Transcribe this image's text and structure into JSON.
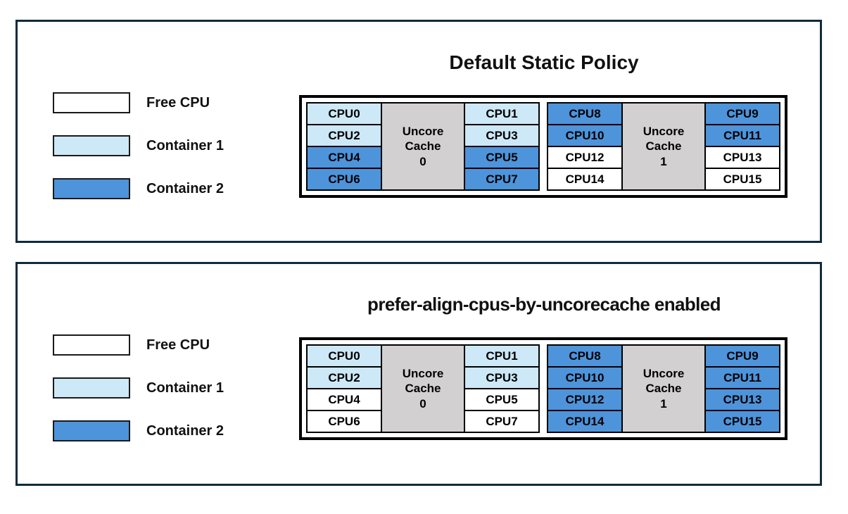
{
  "colors": {
    "free": "#ffffff",
    "container1": "#cde8f6",
    "container2": "#4d94db",
    "cache": "#d2d0d0",
    "panel_border": "#0f2b3d",
    "cell_border": "#000000"
  },
  "panels": [
    {
      "title": "Default Static Policy",
      "legend": [
        {
          "label": "Free CPU",
          "state": "free"
        },
        {
          "label": "Container 1",
          "state": "container1"
        },
        {
          "label": "Container 2",
          "state": "container2"
        }
      ],
      "groups": [
        {
          "cache": [
            "Uncore",
            "Cache",
            "0"
          ],
          "left": [
            {
              "label": "CPU0",
              "state": "container1"
            },
            {
              "label": "CPU2",
              "state": "container1"
            },
            {
              "label": "CPU4",
              "state": "container2"
            },
            {
              "label": "CPU6",
              "state": "container2"
            }
          ],
          "right": [
            {
              "label": "CPU1",
              "state": "container1"
            },
            {
              "label": "CPU3",
              "state": "container1"
            },
            {
              "label": "CPU5",
              "state": "container2"
            },
            {
              "label": "CPU7",
              "state": "container2"
            }
          ]
        },
        {
          "cache": [
            "Uncore",
            "Cache",
            "1"
          ],
          "left": [
            {
              "label": "CPU8",
              "state": "container2"
            },
            {
              "label": "CPU10",
              "state": "container2"
            },
            {
              "label": "CPU12",
              "state": "free"
            },
            {
              "label": "CPU14",
              "state": "free"
            }
          ],
          "right": [
            {
              "label": "CPU9",
              "state": "container2"
            },
            {
              "label": "CPU11",
              "state": "container2"
            },
            {
              "label": "CPU13",
              "state": "free"
            },
            {
              "label": "CPU15",
              "state": "free"
            }
          ]
        }
      ]
    },
    {
      "title": "prefer-align-cpus-by-uncorecache enabled",
      "legend": [
        {
          "label": "Free CPU",
          "state": "free"
        },
        {
          "label": "Container 1",
          "state": "container1"
        },
        {
          "label": "Container 2",
          "state": "container2"
        }
      ],
      "groups": [
        {
          "cache": [
            "Uncore",
            "Cache",
            "0"
          ],
          "left": [
            {
              "label": "CPU0",
              "state": "container1"
            },
            {
              "label": "CPU2",
              "state": "container1"
            },
            {
              "label": "CPU4",
              "state": "free"
            },
            {
              "label": "CPU6",
              "state": "free"
            }
          ],
          "right": [
            {
              "label": "CPU1",
              "state": "container1"
            },
            {
              "label": "CPU3",
              "state": "container1"
            },
            {
              "label": "CPU5",
              "state": "free"
            },
            {
              "label": "CPU7",
              "state": "free"
            }
          ]
        },
        {
          "cache": [
            "Uncore",
            "Cache",
            "1"
          ],
          "left": [
            {
              "label": "CPU8",
              "state": "container2"
            },
            {
              "label": "CPU10",
              "state": "container2"
            },
            {
              "label": "CPU12",
              "state": "container2"
            },
            {
              "label": "CPU14",
              "state": "container2"
            }
          ],
          "right": [
            {
              "label": "CPU9",
              "state": "container2"
            },
            {
              "label": "CPU11",
              "state": "container2"
            },
            {
              "label": "CPU13",
              "state": "container2"
            },
            {
              "label": "CPU15",
              "state": "container2"
            }
          ]
        }
      ]
    }
  ]
}
